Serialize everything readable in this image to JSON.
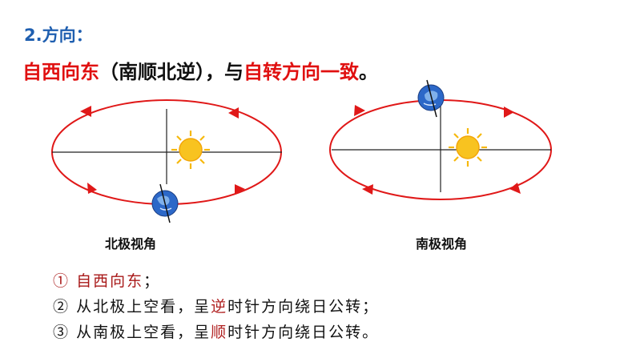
{
  "section_title": "2.方向：",
  "headline": {
    "part1": "自西向东",
    "part2": "（南顺北逆），与",
    "part3": "自转方向一致",
    "part4": "。"
  },
  "diagrams": {
    "north": {
      "caption": "北极视角"
    },
    "south": {
      "caption": "南极视角"
    }
  },
  "points": [
    {
      "marker": "①",
      "text": "自西向东",
      "end": "；"
    },
    {
      "marker": "②",
      "pre": "从北极上空看，呈",
      "highlight": "逆",
      "post": "时针方向绕日公转；"
    },
    {
      "marker": "③",
      "pre": "从南极上空看，呈",
      "highlight": "顺",
      "post": "时针方向绕日公转。"
    }
  ],
  "colors": {
    "title_blue": "#1f5fb0",
    "emphasis_red": "#e01010",
    "orbit_red": "#e01818",
    "sun_yellow": "#f6c21a",
    "earth_blue": "#2c68c8"
  }
}
